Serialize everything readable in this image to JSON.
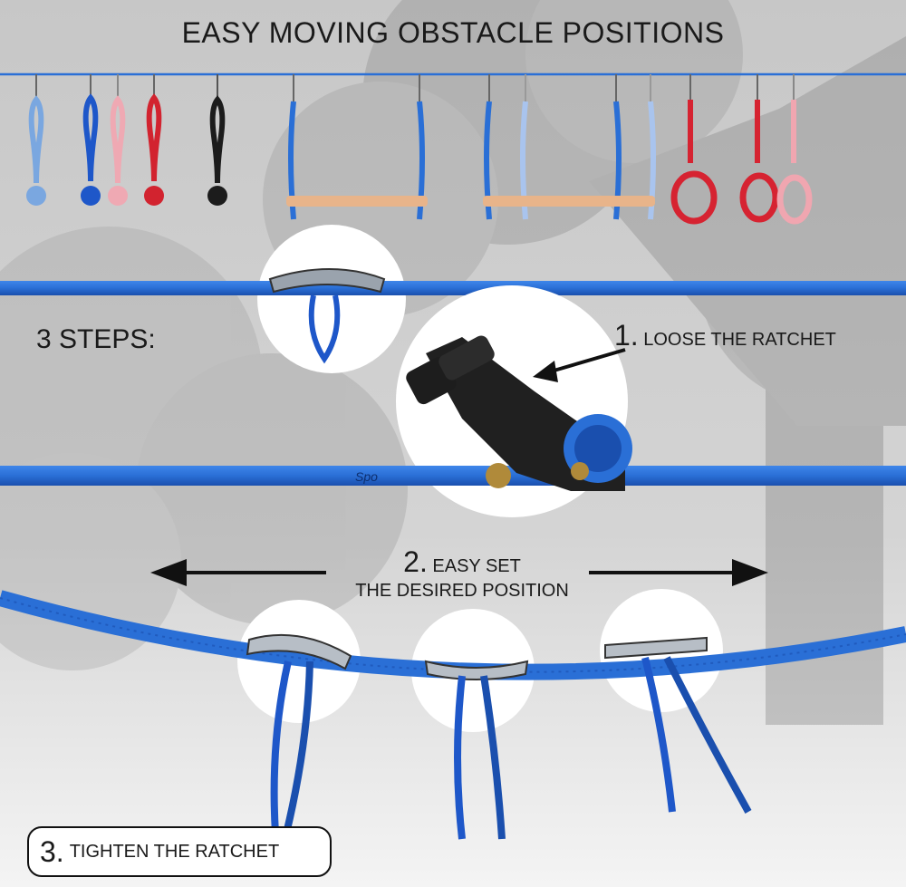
{
  "title": "EASY MOVING OBSTACLE POSITIONS",
  "steps_label": "3 STEPS:",
  "step1": {
    "number": "1.",
    "text": "LOOSE THE RATCHET"
  },
  "step2": {
    "number": "2.",
    "text_line1": "EASY SET",
    "text_line2": "THE DESIRED POSITION"
  },
  "step3": {
    "number": "3.",
    "text": "TIGHTEN THE RATCHET"
  },
  "strap_print": "Spo",
  "colors": {
    "strap_blue": "#2a6fd6",
    "strap_dark": "#1b4fa8",
    "ball_light_blue": "#7aa7e0",
    "ball_blue": "#1e57c9",
    "ball_pink": "#efa9b3",
    "ball_red": "#d2232f",
    "ball_black": "#1c1c1c",
    "bar_wood": "#e8b48a",
    "ring_red": "#d62331",
    "ring_pink": "#f0a6b0",
    "arrow": "#111111",
    "background": "#d9d9d9",
    "tree": "#8e8e8e"
  },
  "icons": [
    "arrow-left-icon",
    "arrow-right-icon",
    "pointer-arrow-icon",
    "ratchet-icon"
  ]
}
